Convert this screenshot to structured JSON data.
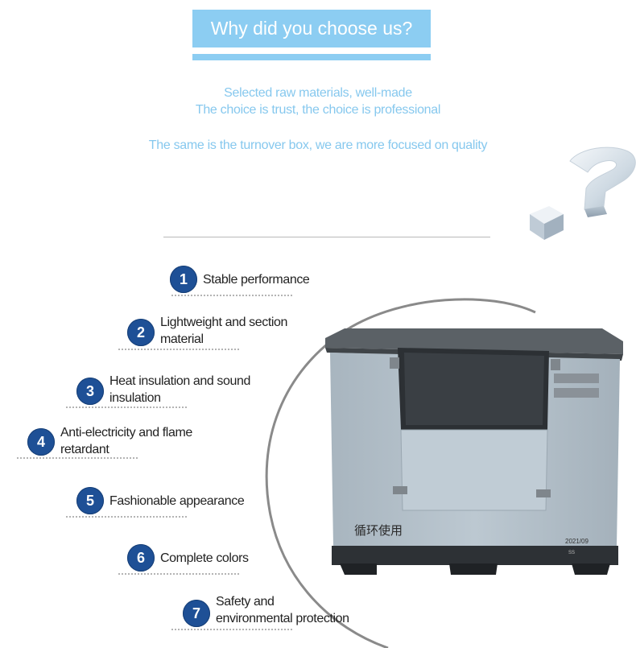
{
  "header": {
    "title": "Why did you choose us?",
    "taglines": [
      "Selected raw materials, well-made",
      "The choice is trust, the choice is professional",
      "The same is the turnover box, we are more focused on quality"
    ]
  },
  "features": [
    {
      "number": "1",
      "label_lines": [
        "Stable performance"
      ]
    },
    {
      "number": "2",
      "label_lines": [
        "Lightweight and section",
        "material"
      ]
    },
    {
      "number": "3",
      "label_lines": [
        "Heat insulation and sound",
        "insulation"
      ]
    },
    {
      "number": "4",
      "label_lines": [
        "Anti-electricity and flame",
        "retardant"
      ]
    },
    {
      "number": "5",
      "label_lines": [
        "Fashionable appearance"
      ]
    },
    {
      "number": "6",
      "label_lines": [
        "Complete colors"
      ]
    },
    {
      "number": "7",
      "label_lines": [
        "Safety and",
        "environmental protection"
      ]
    }
  ],
  "product": {
    "print_text": "循环使用",
    "date_text": "2021/09",
    "model_text": "SS"
  },
  "colors": {
    "accent": "#8ccdf2",
    "tagline": "#86c8ee",
    "badge": "#1e5096"
  },
  "icons": [
    "question-mark-3d-icon"
  ]
}
